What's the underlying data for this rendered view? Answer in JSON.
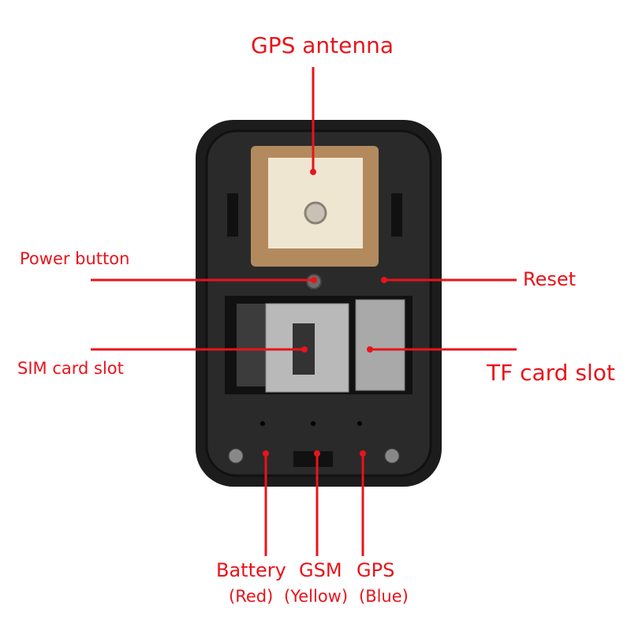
{
  "labels": {
    "gps_antenna": "GPS antenna",
    "power_button": "Power button",
    "reset": "Reset",
    "sim_card_slot": "SIM card slot",
    "tf_card_slot": "TF card slot",
    "battery": "Battery",
    "battery_color": "(Red)",
    "gsm": "GSM",
    "gsm_color": "(Yellow)",
    "gps": "GPS",
    "gps_color": "(Blue)"
  },
  "colors": {
    "callout": "#e8141b",
    "device_body": "#1e1e1e",
    "antenna": "#b38a5e"
  }
}
